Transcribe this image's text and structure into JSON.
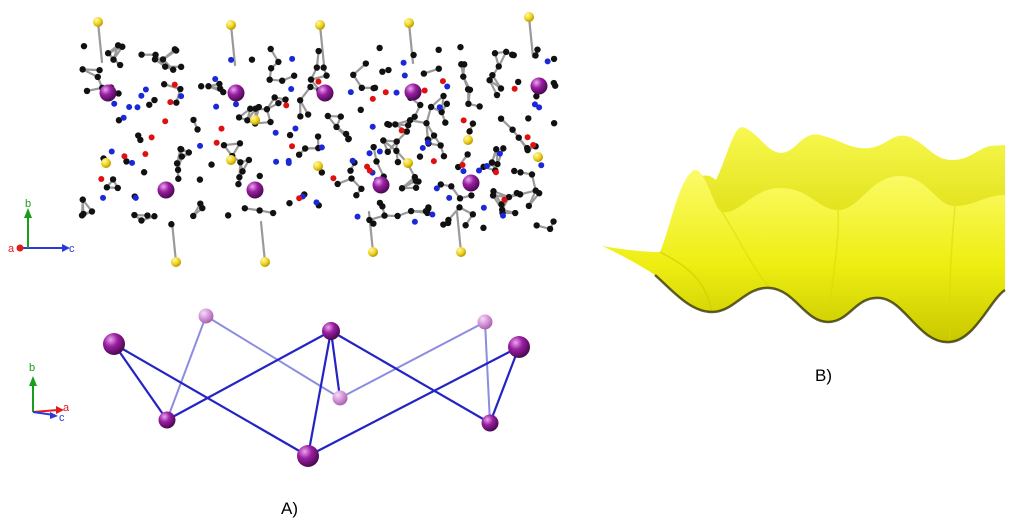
{
  "figure": {
    "panel_a_label": "A)",
    "panel_b_label": "B)"
  },
  "axes_top": {
    "labels": {
      "a": "a",
      "b": "b",
      "c": "c"
    },
    "colors": {
      "a": "#e01b1b",
      "b": "#1a9e1a",
      "c": "#2a3ad8"
    }
  },
  "axes_bottom": {
    "labels": {
      "a": "a",
      "b": "b",
      "c": "c"
    },
    "colors": {
      "a": "#e01b1b",
      "b": "#1a9e1a",
      "c": "#2a3ad8"
    }
  },
  "colors": {
    "metal": "#8a1a8e",
    "metal_light": "#d58ed6",
    "network_bond": "#2a2ad0",
    "carbon": "#111111",
    "nitrogen": "#1a28d8",
    "oxygen": "#e01010",
    "sulfur": "#f1d21c",
    "bond": "#9a9a9a",
    "surface": "#f4f41c",
    "surface_shade": "#b9b90a"
  }
}
